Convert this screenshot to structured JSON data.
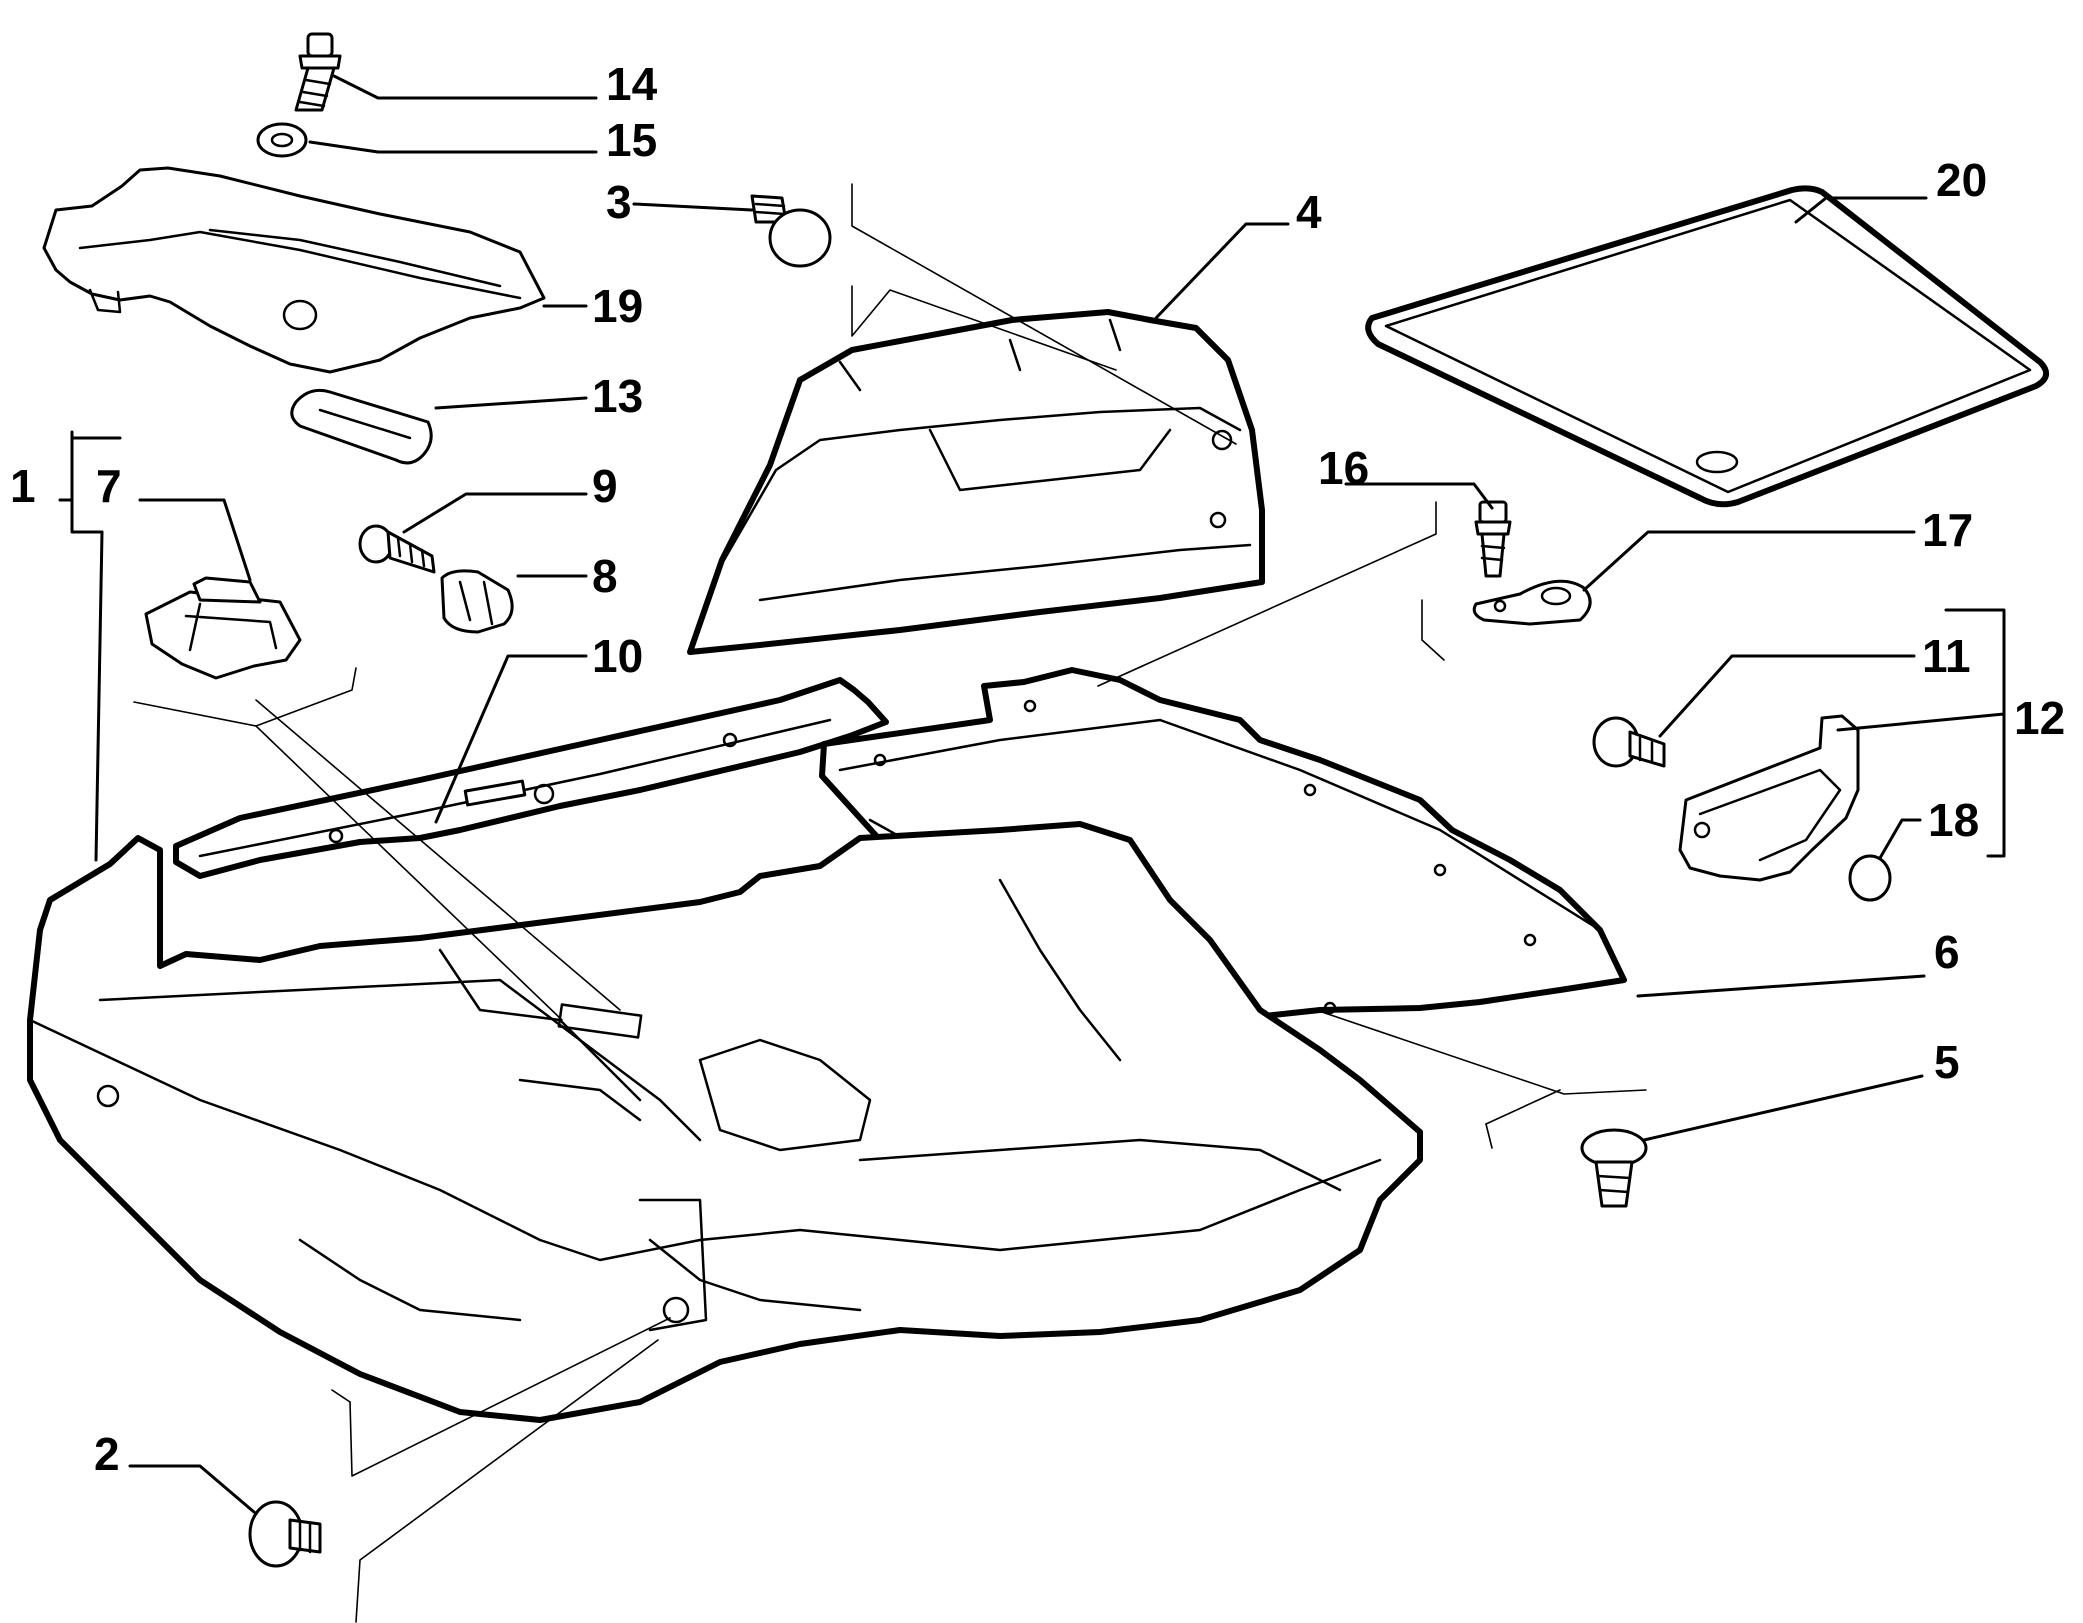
{
  "diagram": {
    "colors": {
      "ink": "#000000",
      "paper": "#ffffff"
    },
    "callouts": [
      {
        "id": "14",
        "text": "14"
      },
      {
        "id": "15",
        "text": "15"
      },
      {
        "id": "3",
        "text": "3"
      },
      {
        "id": "4",
        "text": "4"
      },
      {
        "id": "20",
        "text": "20"
      },
      {
        "id": "19",
        "text": "19"
      },
      {
        "id": "13",
        "text": "13"
      },
      {
        "id": "1",
        "text": "1"
      },
      {
        "id": "7",
        "text": "7"
      },
      {
        "id": "9",
        "text": "9"
      },
      {
        "id": "8",
        "text": "8"
      },
      {
        "id": "10",
        "text": "10"
      },
      {
        "id": "16",
        "text": "16"
      },
      {
        "id": "17",
        "text": "17"
      },
      {
        "id": "11",
        "text": "11"
      },
      {
        "id": "12",
        "text": "12"
      },
      {
        "id": "18",
        "text": "18"
      },
      {
        "id": "6",
        "text": "6"
      },
      {
        "id": "5",
        "text": "5"
      },
      {
        "id": "2",
        "text": "2"
      }
    ]
  }
}
